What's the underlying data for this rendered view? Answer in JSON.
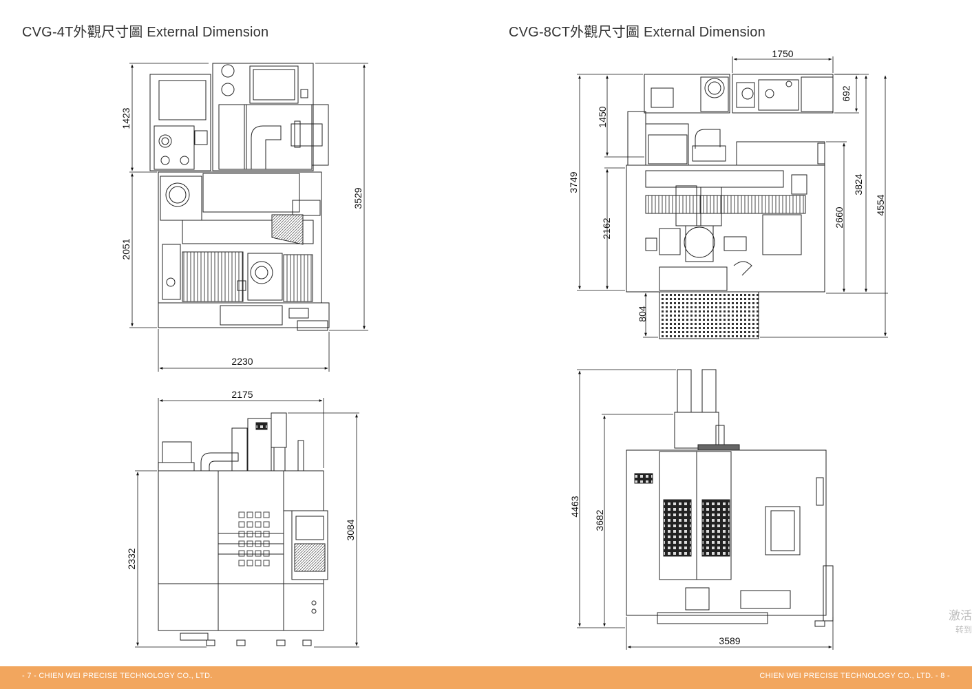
{
  "page": {
    "left_title": "CVG-4T外觀尺寸圖 External Dimension",
    "right_title": "CVG-8CT外觀尺寸圖 External Dimension",
    "footer_left": "- 7 - CHIEN WEI PRECISE TECHNOLOGY CO., LTD.",
    "footer_right": "CHIEN WEI PRECISE TECHNOLOGY CO., LTD. - 8 -",
    "overlay_text_1": "激活",
    "overlay_text_2": "转到"
  },
  "cvg4t": {
    "top_view": {
      "dim_1423": "1423",
      "dim_2051": "2051",
      "dim_3529": "3529",
      "dim_2230": "2230"
    },
    "front_view": {
      "dim_2175": "2175",
      "dim_2332": "2332",
      "dim_3084": "3084"
    }
  },
  "cvg8ct": {
    "top_view": {
      "dim_1750": "1750",
      "dim_692": "692",
      "dim_1450": "1450",
      "dim_3749": "3749",
      "dim_2162": "2162",
      "dim_804": "804",
      "dim_2660": "2660",
      "dim_3824": "3824",
      "dim_4554": "4554"
    },
    "front_view": {
      "dim_4463": "4463",
      "dim_3682": "3682",
      "dim_3589": "3589"
    }
  },
  "colors": {
    "footer_band": "#f2a65e",
    "line": "#222222"
  }
}
